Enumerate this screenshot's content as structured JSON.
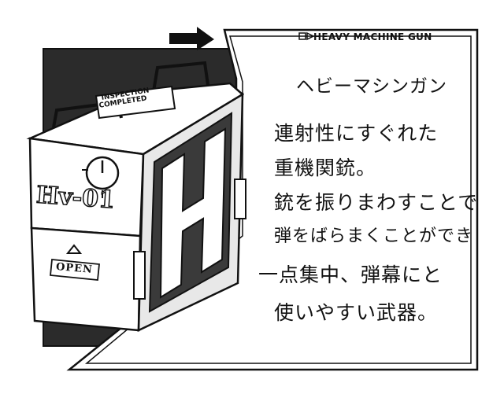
{
  "header": {
    "icon": "square-and-triangle-glyph",
    "label": "HEAVY MACHINE GUN"
  },
  "panel": {
    "title": "ヘビーマシンガン",
    "description_lines": [
      "連射性にすぐれた",
      "重機関銃。",
      "銃を振りまわすことで",
      "弾をばらまくことができ",
      "一点集中、弾幕にと",
      "使いやすい武器。"
    ]
  },
  "crate": {
    "tag_line1": "INSPECTION",
    "tag_line2": "COMPLETED",
    "model": "Hv-01",
    "open_label": "OPEN",
    "letter": "H"
  },
  "colors": {
    "ink": "#111111",
    "paper": "#ffffff",
    "shade": "#2a2a2a"
  }
}
